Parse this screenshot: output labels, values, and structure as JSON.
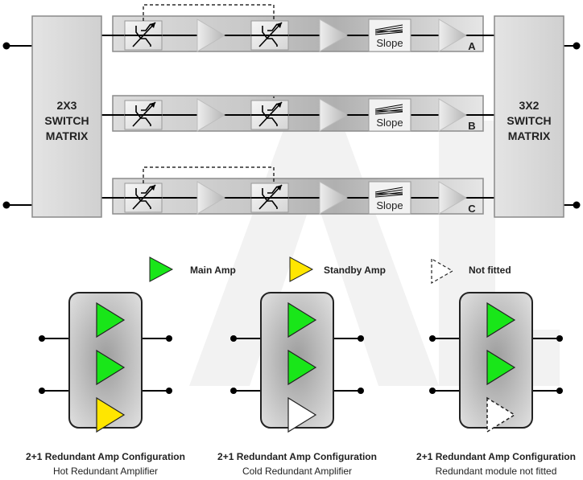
{
  "switch_left": {
    "line1": "2X3",
    "line2": "SWITCH",
    "line3": "MATRIX"
  },
  "switch_right": {
    "line1": "3X2",
    "line2": "SWITCH",
    "line3": "MATRIX"
  },
  "rows": [
    {
      "letter": "A",
      "slope_label": "Slope"
    },
    {
      "letter": "B",
      "slope_label": "Slope"
    },
    {
      "letter": "C",
      "slope_label": "Slope"
    }
  ],
  "legend": {
    "main_amp": "Main Amp",
    "standby_amp": "Standby Amp",
    "not_fitted": "Not fitted"
  },
  "configs": [
    {
      "title": "2+1 Redundant Amp Configuration",
      "subtitle": "Hot Redundant Amplifier",
      "amps": [
        "main",
        "main",
        "standby"
      ]
    },
    {
      "title": "2+1 Redundant Amp Configuration",
      "subtitle": "Cold Redundant Amplifier",
      "amps": [
        "main",
        "main",
        "cold"
      ]
    },
    {
      "title": "2+1 Redundant Amp Configuration",
      "subtitle": "Redundant module not fitted",
      "amps": [
        "main",
        "main",
        "not_fitted"
      ]
    }
  ],
  "colors": {
    "main_amp": "#19e619",
    "standby_amp": "#ffe600",
    "cold_amp": "#ffffff",
    "watermark": "#f0f0f0"
  }
}
